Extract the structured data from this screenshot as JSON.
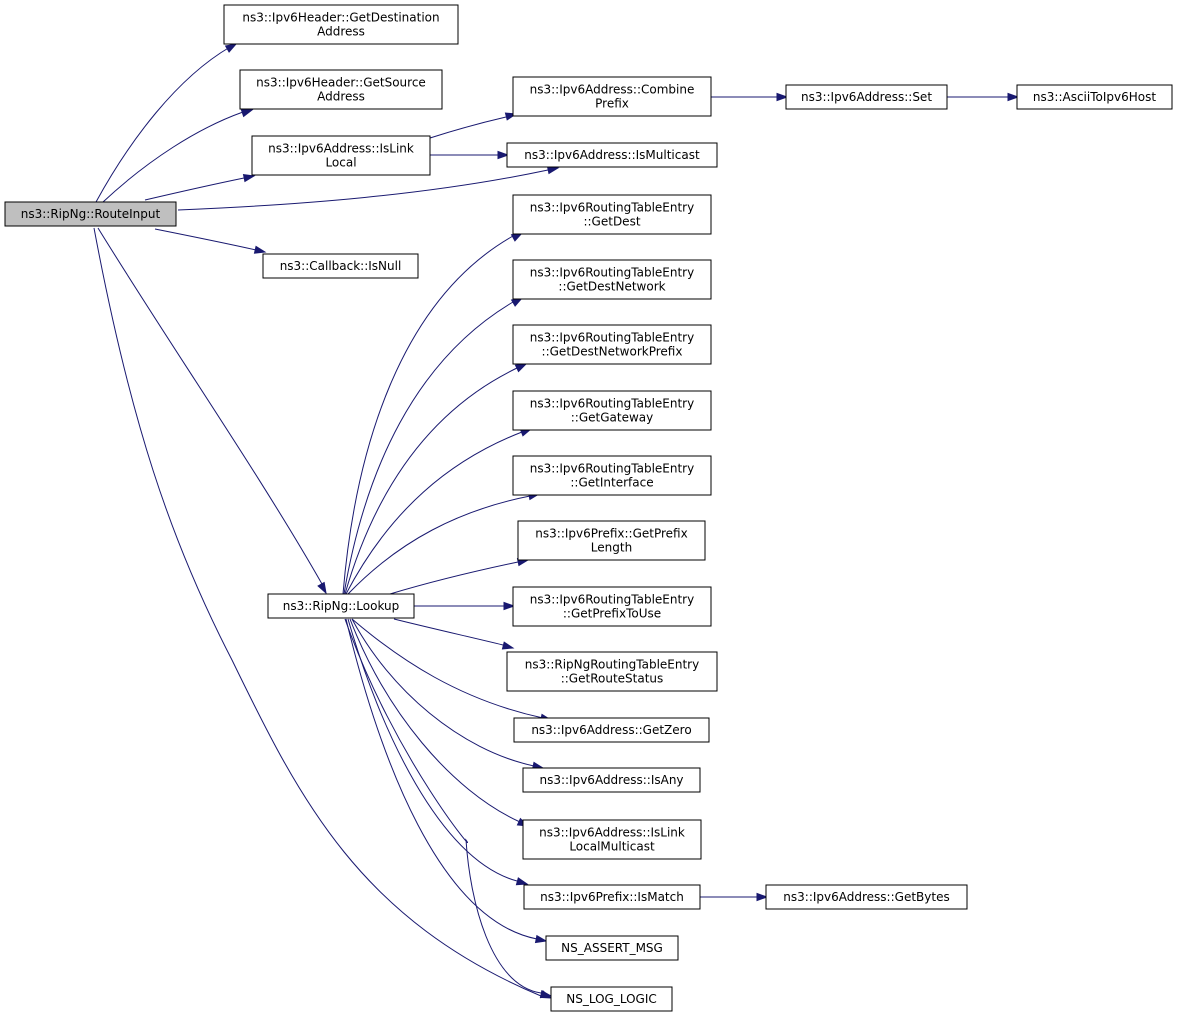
{
  "diagram": {
    "nodes": [
      {
        "id": "route_input",
        "lines": [
          "ns3::RipNg::RouteInput"
        ],
        "root": true
      },
      {
        "id": "get_destination",
        "lines": [
          "ns3::Ipv6Header::GetDestination",
          "Address"
        ]
      },
      {
        "id": "get_source",
        "lines": [
          "ns3::Ipv6Header::GetSource",
          "Address"
        ]
      },
      {
        "id": "is_link_local",
        "lines": [
          "ns3::Ipv6Address::IsLink",
          "Local"
        ]
      },
      {
        "id": "is_null",
        "lines": [
          "ns3::Callback::IsNull"
        ]
      },
      {
        "id": "lookup",
        "lines": [
          "ns3::RipNg::Lookup"
        ]
      },
      {
        "id": "combine_prefix",
        "lines": [
          "ns3::Ipv6Address::Combine",
          "Prefix"
        ]
      },
      {
        "id": "is_multicast",
        "lines": [
          "ns3::Ipv6Address::IsMulticast"
        ]
      },
      {
        "id": "address_set",
        "lines": [
          "ns3::Ipv6Address::Set"
        ]
      },
      {
        "id": "ascii_to_ipv6",
        "lines": [
          "ns3::AsciiToIpv6Host"
        ]
      },
      {
        "id": "get_dest",
        "lines": [
          "ns3::Ipv6RoutingTableEntry",
          "::GetDest"
        ]
      },
      {
        "id": "get_dest_network",
        "lines": [
          "ns3::Ipv6RoutingTableEntry",
          "::GetDestNetwork"
        ]
      },
      {
        "id": "get_dest_network_prefix",
        "lines": [
          "ns3::Ipv6RoutingTableEntry",
          "::GetDestNetworkPrefix"
        ]
      },
      {
        "id": "get_gateway",
        "lines": [
          "ns3::Ipv6RoutingTableEntry",
          "::GetGateway"
        ]
      },
      {
        "id": "get_interface",
        "lines": [
          "ns3::Ipv6RoutingTableEntry",
          "::GetInterface"
        ]
      },
      {
        "id": "get_prefix_length",
        "lines": [
          "ns3::Ipv6Prefix::GetPrefix",
          "Length"
        ]
      },
      {
        "id": "get_prefix_to_use",
        "lines": [
          "ns3::Ipv6RoutingTableEntry",
          "::GetPrefixToUse"
        ]
      },
      {
        "id": "get_route_status",
        "lines": [
          "ns3::RipNgRoutingTableEntry",
          "::GetRouteStatus"
        ]
      },
      {
        "id": "get_zero",
        "lines": [
          "ns3::Ipv6Address::GetZero"
        ]
      },
      {
        "id": "is_any",
        "lines": [
          "ns3::Ipv6Address::IsAny"
        ]
      },
      {
        "id": "is_link_local_multicast",
        "lines": [
          "ns3::Ipv6Address::IsLink",
          "LocalMulticast"
        ]
      },
      {
        "id": "is_match",
        "lines": [
          "ns3::Ipv6Prefix::IsMatch"
        ]
      },
      {
        "id": "get_bytes",
        "lines": [
          "ns3::Ipv6Address::GetBytes"
        ]
      },
      {
        "id": "ns_assert_msg",
        "lines": [
          "NS_ASSERT_MSG"
        ]
      },
      {
        "id": "ns_log_logic",
        "lines": [
          "NS_LOG_LOGIC"
        ]
      }
    ],
    "edges": [
      {
        "from": "route_input",
        "to": "get_destination"
      },
      {
        "from": "route_input",
        "to": "get_source"
      },
      {
        "from": "route_input",
        "to": "is_link_local"
      },
      {
        "from": "route_input",
        "to": "is_multicast"
      },
      {
        "from": "route_input",
        "to": "is_null"
      },
      {
        "from": "route_input",
        "to": "lookup"
      },
      {
        "from": "route_input",
        "to": "ns_log_logic"
      },
      {
        "from": "is_link_local",
        "to": "combine_prefix"
      },
      {
        "from": "is_link_local",
        "to": "is_multicast"
      },
      {
        "from": "combine_prefix",
        "to": "address_set"
      },
      {
        "from": "address_set",
        "to": "ascii_to_ipv6"
      },
      {
        "from": "lookup",
        "to": "get_dest"
      },
      {
        "from": "lookup",
        "to": "get_dest_network"
      },
      {
        "from": "lookup",
        "to": "get_dest_network_prefix"
      },
      {
        "from": "lookup",
        "to": "get_gateway"
      },
      {
        "from": "lookup",
        "to": "get_interface"
      },
      {
        "from": "lookup",
        "to": "get_prefix_length"
      },
      {
        "from": "lookup",
        "to": "get_prefix_to_use"
      },
      {
        "from": "lookup",
        "to": "get_route_status"
      },
      {
        "from": "lookup",
        "to": "get_zero"
      },
      {
        "from": "lookup",
        "to": "is_any"
      },
      {
        "from": "lookup",
        "to": "is_link_local_multicast"
      },
      {
        "from": "lookup",
        "to": "is_match"
      },
      {
        "from": "lookup",
        "to": "ns_assert_msg"
      },
      {
        "from": "lookup",
        "to": "ns_log_logic"
      },
      {
        "from": "is_match",
        "to": "get_bytes"
      }
    ],
    "colors": {
      "edge": "#191970",
      "root_fill": "#bfbfbf",
      "node_fill": "#ffffff",
      "border": "#000000"
    }
  }
}
